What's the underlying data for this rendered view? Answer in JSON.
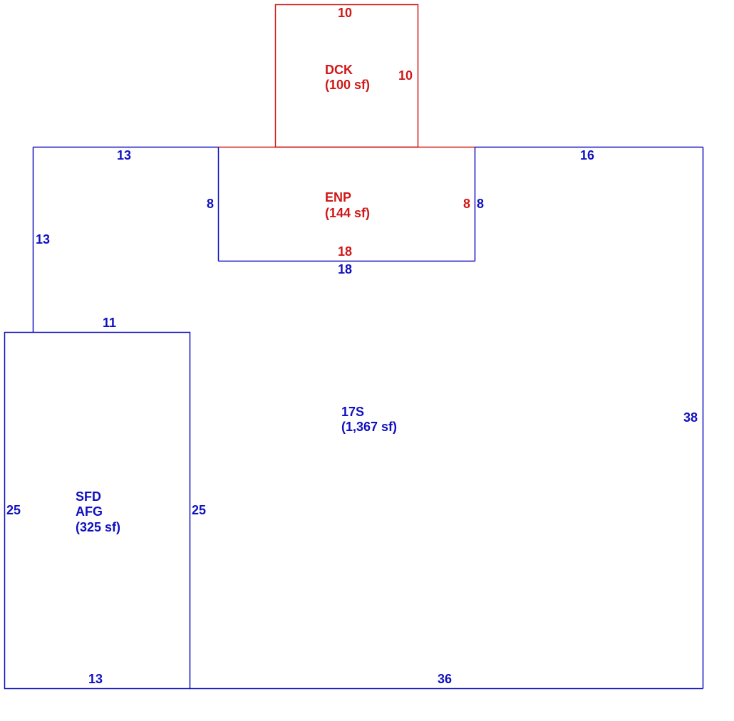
{
  "colors": {
    "main_line": "#1010c0",
    "deck_line": "#d01818",
    "main_text": "#1010c0",
    "deck_text": "#d01818",
    "background": "#ffffff"
  },
  "areas": {
    "main": {
      "code": "17S",
      "area": "(1,367 sf)"
    },
    "garage": {
      "code": "SFD",
      "code2": "AFG",
      "area": "(325 sf)"
    },
    "porch": {
      "code": "ENP",
      "area": "(144 sf)"
    },
    "deck": {
      "code": "DCK",
      "area": "(100 sf)"
    }
  },
  "dimensions": {
    "deck_top": "10",
    "deck_right": "10",
    "left_top": "13",
    "left_side": "13",
    "porch_left": "8",
    "porch_right_inner": "8",
    "porch_right_outer": "8",
    "porch_bottom_inner": "18",
    "porch_bottom_outer": "18",
    "right_top": "16",
    "right_side": "38",
    "garage_top": "11",
    "garage_left": "25",
    "garage_right": "25",
    "garage_bottom": "13",
    "main_bottom": "36"
  }
}
